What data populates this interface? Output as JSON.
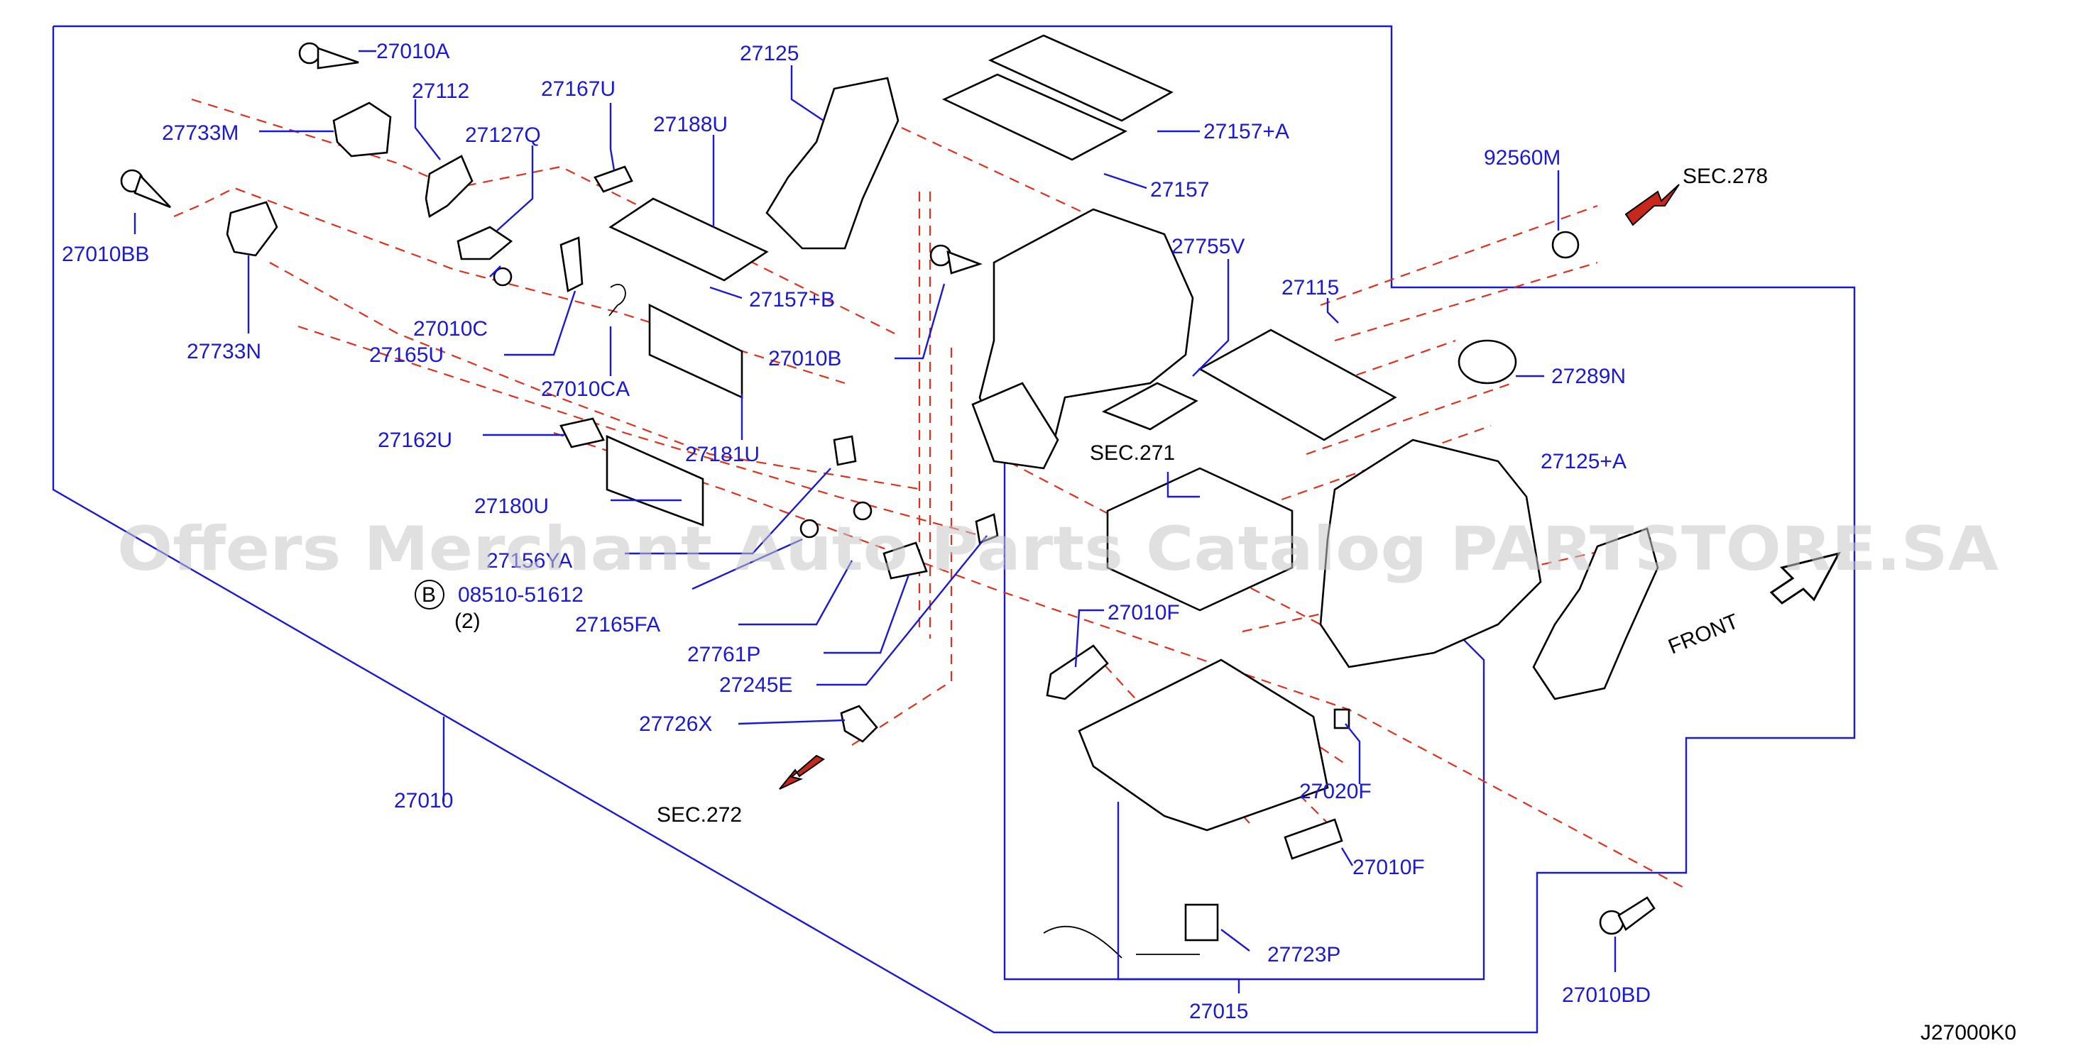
{
  "labels": {
    "p27010A": "27010A",
    "p27112": "27112",
    "p27167U": "27167U",
    "p27125": "27125",
    "p27733M": "27733M",
    "p27127Q": "27127Q",
    "p27188U": "27188U",
    "p27157A": "27157+A",
    "p27157": "27157",
    "p92560M": "92560M",
    "p27010BB": "27010BB",
    "p27157B": "27157+B",
    "p27755V": "27755V",
    "p27115": "27115",
    "p27010C": "27010C",
    "p27733N": "27733N",
    "p27165U": "27165U",
    "p27010B": "27010B",
    "p27289N": "27289N",
    "p27010CA": "27010CA",
    "p27162U": "27162U",
    "p27181U": "27181U",
    "p27125A": "27125+A",
    "p27180U": "27180U",
    "p27156YA": "27156YA",
    "p08510": "08510-51612",
    "p2": "(2)",
    "pB": "B",
    "p27010F_top": "27010F",
    "p27165FA": "27165FA",
    "p27761P": "27761P",
    "p27245E": "27245E",
    "p27726X": "27726X",
    "p27020F": "27020F",
    "p27010": "27010",
    "p27010F_bot": "27010F",
    "p27723P": "27723P",
    "p27015": "27015",
    "p27010BD": "27010BD",
    "code": "J27000K0"
  },
  "sections": {
    "sec278": "SEC.278",
    "sec271": "SEC.271",
    "sec272": "SEC.272",
    "front": "FRONT"
  },
  "watermark": "Offers Merchant Auto Parts Catalog PARTSTORE.SA",
  "colors": {
    "label_blue": "#1a1ad6",
    "dash_red": "#e0301e",
    "arrow_red": "#c8281c"
  }
}
